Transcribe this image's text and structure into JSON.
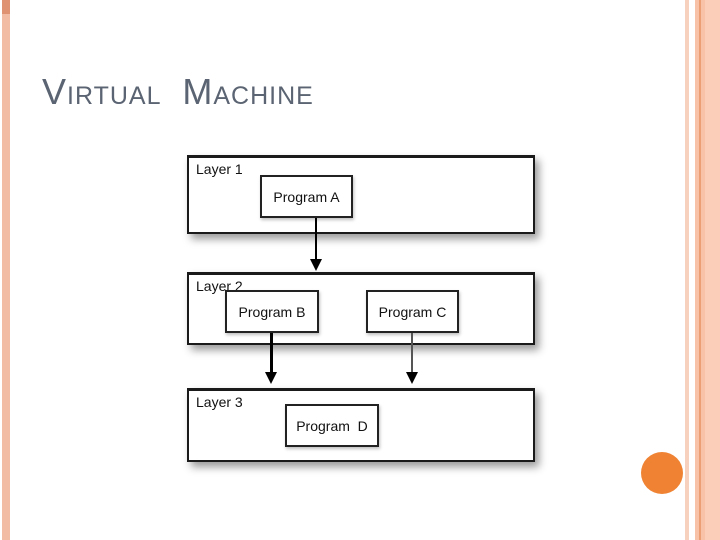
{
  "slide": {
    "title": {
      "words": [
        {
          "initial": "V",
          "rest": "IRTUAL"
        },
        {
          "initial": "M",
          "rest": "ACHINE"
        }
      ]
    }
  },
  "diagram": {
    "layers": [
      {
        "label": "Layer 1"
      },
      {
        "label": "Layer 2"
      },
      {
        "label": "Layer 3"
      }
    ],
    "programs": [
      {
        "label": "Program A"
      },
      {
        "label": "Program B"
      },
      {
        "label": "Program C"
      },
      {
        "label": "Program  D"
      }
    ]
  },
  "theme": {
    "accent_circle": "#ef8333",
    "left_stripe": "#f2bca4",
    "left_stripe_accent": "#e09372",
    "right_stripe_light": "#f7d0be",
    "right_stripe_mid": "#f7c2a7",
    "right_stripe_dark": "#ec9e74",
    "right_stripe_wash": "#fbceba",
    "title_color": "#5b6472"
  }
}
